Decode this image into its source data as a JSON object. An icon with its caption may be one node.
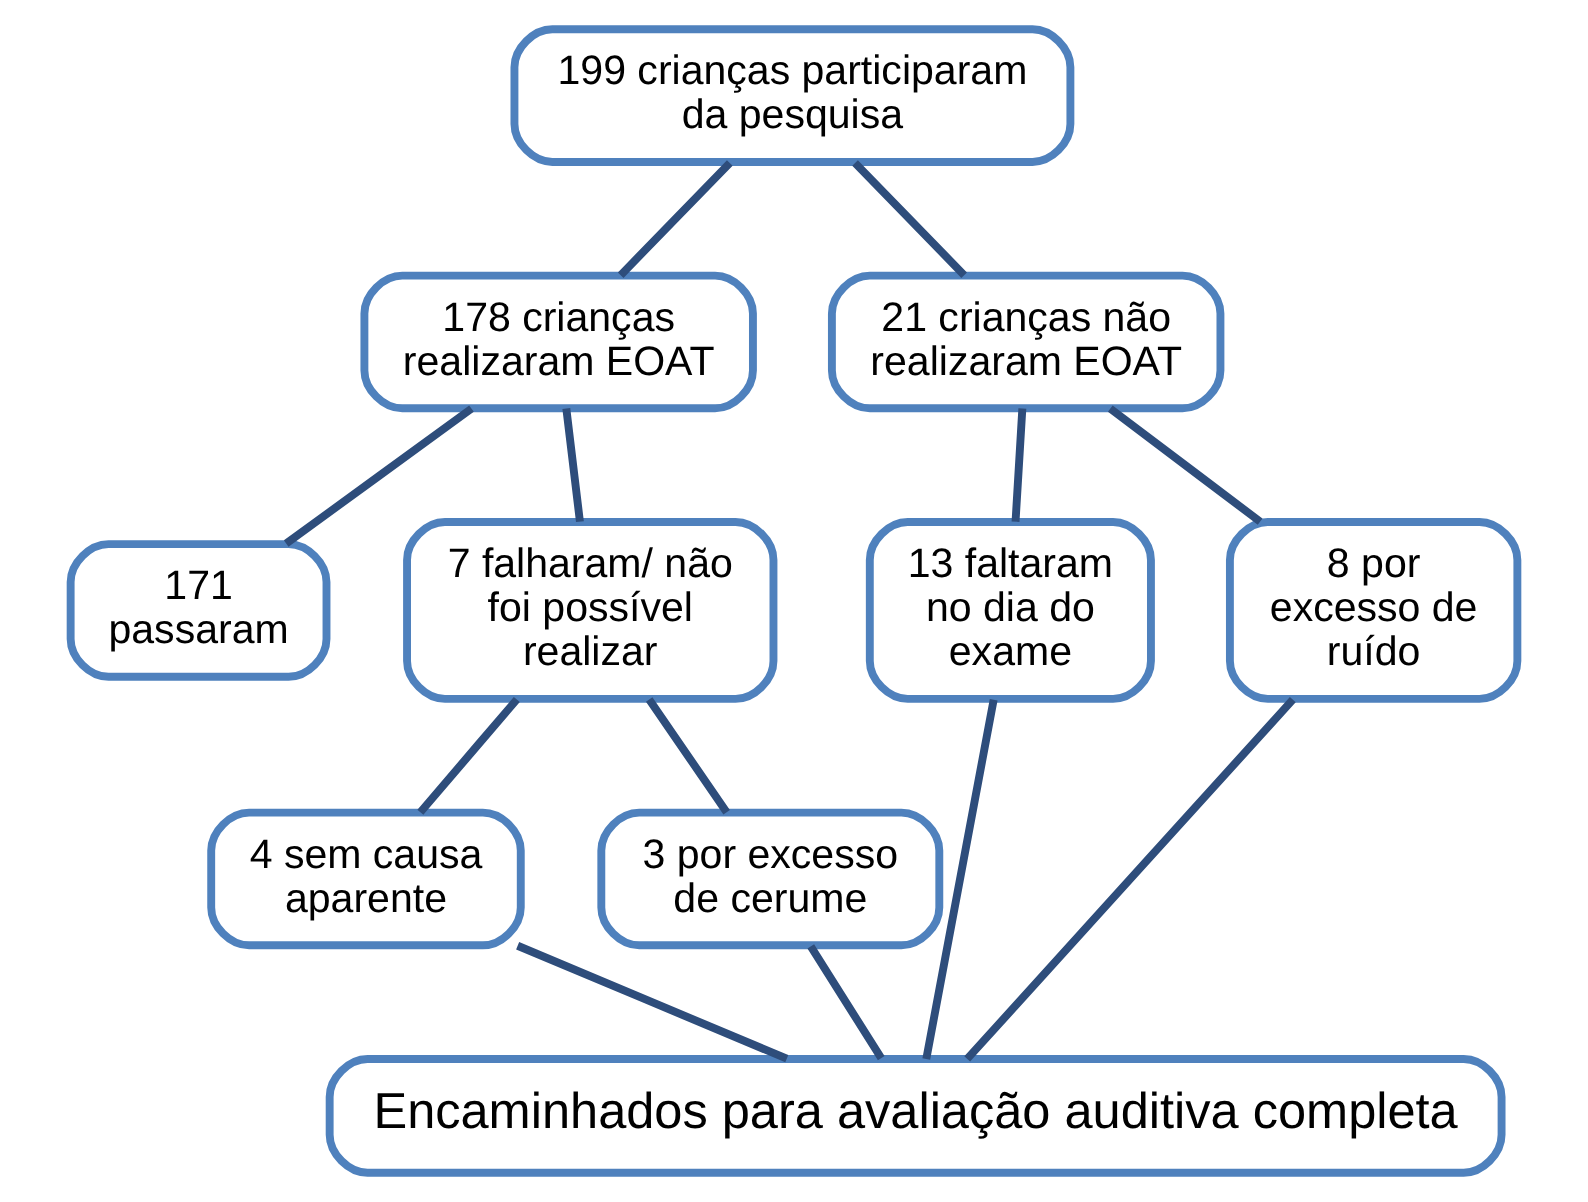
{
  "diagram": {
    "nodes": [
      {
        "text": [
          "199 crianças participaram da pesquisa"
        ]
      },
      {
        "text": [
          "178 crianças realizaram EOAT"
        ]
      },
      {
        "text": [
          "21 crianças não realizaram EOAT"
        ]
      },
      {
        "text": [
          "171 passaram"
        ]
      },
      {
        "text": [
          "7 falharam/ não foi possível realizar"
        ]
      },
      {
        "text": [
          "13 faltaram no dia do exame"
        ]
      },
      {
        "text": [
          "8 por excesso de ruído"
        ]
      },
      {
        "text": [
          "4 sem causa aparente"
        ]
      },
      {
        "text": [
          "3 por excesso de cerume"
        ]
      },
      {
        "text": [
          "Encaminhados para avaliação auditiva completa"
        ]
      }
    ],
    "edges": [
      {
        "from": 0,
        "to": 1,
        "arrow": "none"
      },
      {
        "from": 0,
        "to": 2,
        "arrow": "none"
      },
      {
        "from": 1,
        "to": 3,
        "arrow": "none"
      },
      {
        "from": 1,
        "to": 4,
        "arrow": "none"
      },
      {
        "from": 2,
        "to": 5,
        "arrow": "none"
      },
      {
        "from": 2,
        "to": 6,
        "arrow": "none"
      },
      {
        "from": 4,
        "to": 7,
        "arrow": "none"
      },
      {
        "from": 4,
        "to": 8,
        "arrow": "none"
      },
      {
        "from": 7,
        "to": 9,
        "arrow": "none"
      },
      {
        "from": 8,
        "to": 9,
        "arrow": "none"
      },
      {
        "from": 5,
        "to": 9,
        "arrow": "none"
      },
      {
        "from": 6,
        "to": 9,
        "arrow": "none"
      }
    ]
  }
}
